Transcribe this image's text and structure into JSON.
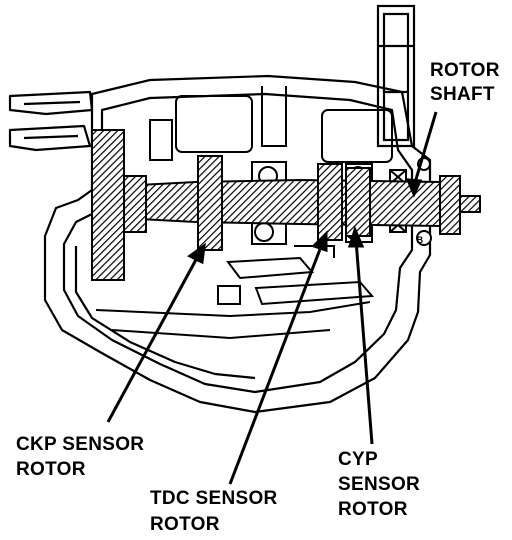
{
  "labels": {
    "rotor_shaft": [
      "ROTOR",
      "SHAFT"
    ],
    "ckp_sensor_rotor": [
      "CKP SENSOR",
      "ROTOR"
    ],
    "tdc_sensor_rotor": [
      "TDC SENSOR",
      "ROTOR"
    ],
    "cyp_sensor_rotor": [
      "CYP",
      "SENSOR",
      "ROTOR"
    ],
    "bearing_mark": "B"
  },
  "colors": {
    "ink": "#000000",
    "paper": "#ffffff"
  }
}
